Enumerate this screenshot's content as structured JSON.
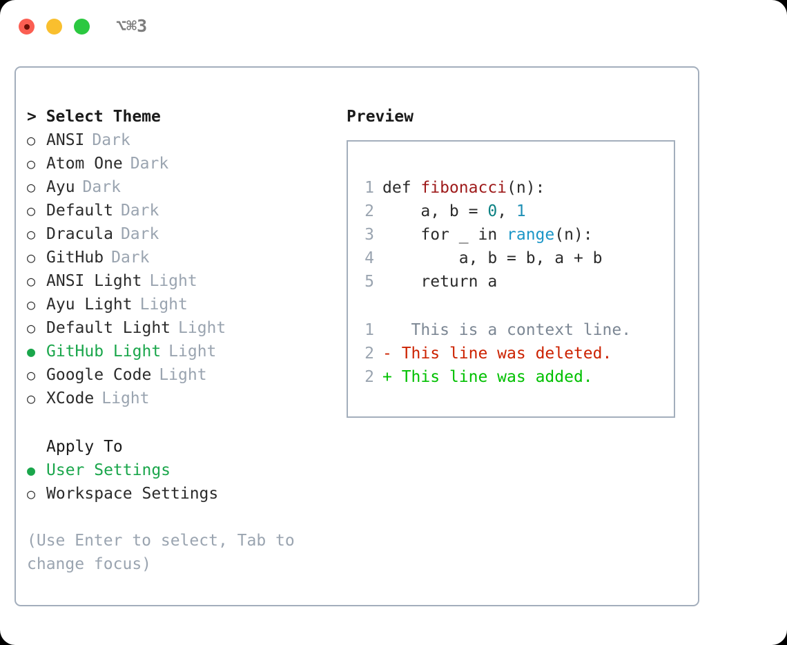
{
  "titlebar": {
    "shortcut": "⌥⌘3",
    "buttons": {
      "close_label": "",
      "minimize_label": "",
      "zoom_label": ""
    }
  },
  "theme_picker": {
    "header": "> Select Theme",
    "items": [
      {
        "marker": "○",
        "name": "ANSI",
        "kind": "Dark",
        "selected": false
      },
      {
        "marker": "○",
        "name": "Atom One",
        "kind": "Dark",
        "selected": false
      },
      {
        "marker": "○",
        "name": "Ayu",
        "kind": "Dark",
        "selected": false
      },
      {
        "marker": "○",
        "name": "Default",
        "kind": "Dark",
        "selected": false
      },
      {
        "marker": "○",
        "name": "Dracula",
        "kind": "Dark",
        "selected": false
      },
      {
        "marker": "○",
        "name": "GitHub",
        "kind": "Dark",
        "selected": false
      },
      {
        "marker": "○",
        "name": "ANSI Light",
        "kind": "Light",
        "selected": false
      },
      {
        "marker": "○",
        "name": "Ayu Light",
        "kind": "Light",
        "selected": false
      },
      {
        "marker": "○",
        "name": "Default Light",
        "kind": "Light",
        "selected": false
      },
      {
        "marker": "●",
        "name": "GitHub Light",
        "kind": "Light",
        "selected": true
      },
      {
        "marker": "○",
        "name": "Google Code",
        "kind": "Light",
        "selected": false
      },
      {
        "marker": "○",
        "name": "XCode",
        "kind": "Light",
        "selected": false
      }
    ]
  },
  "apply_to": {
    "header": "Apply To",
    "options": [
      {
        "marker": "●",
        "label": "User Settings",
        "selected": true
      },
      {
        "marker": "○",
        "label": "Workspace Settings",
        "selected": false
      }
    ]
  },
  "hint": "(Use Enter to select, Tab to change focus)",
  "preview": {
    "title": "Preview",
    "code_lines": [
      {
        "no": "1",
        "tokens": [
          {
            "text": "def ",
            "style": "plain"
          },
          {
            "text": "fibonacci",
            "style": "fn"
          },
          {
            "text": "(n):",
            "style": "plain"
          }
        ]
      },
      {
        "no": "2",
        "tokens": [
          {
            "text": "    a, b = ",
            "style": "plain"
          },
          {
            "text": "0",
            "style": "num0"
          },
          {
            "text": ", ",
            "style": "plain"
          },
          {
            "text": "1",
            "style": "num1"
          }
        ]
      },
      {
        "no": "3",
        "tokens": [
          {
            "text": "    for _ in ",
            "style": "plain"
          },
          {
            "text": "range",
            "style": "call"
          },
          {
            "text": "(n):",
            "style": "plain"
          }
        ]
      },
      {
        "no": "4",
        "tokens": [
          {
            "text": "        a, b = b, a + b",
            "style": "plain"
          }
        ]
      },
      {
        "no": "5",
        "tokens": [
          {
            "text": "    return a",
            "style": "plain"
          }
        ]
      }
    ],
    "diff_lines": [
      {
        "no": "1",
        "sign": " ",
        "text": "  This is a context line.",
        "kind": "context"
      },
      {
        "no": "2",
        "sign": "-",
        "text": " This line was deleted.",
        "kind": "deleted"
      },
      {
        "no": "2",
        "sign": "+",
        "text": " This line was added.",
        "kind": "added"
      }
    ]
  },
  "colors": {
    "selection_green": "#1aa64b",
    "diff_added": "#00c000",
    "diff_deleted": "#cc2200",
    "muted_gray": "#9aa4b0",
    "border": "#a3aebc",
    "fn_red": "#9e1a1a",
    "call_blue": "#1b96c7"
  }
}
